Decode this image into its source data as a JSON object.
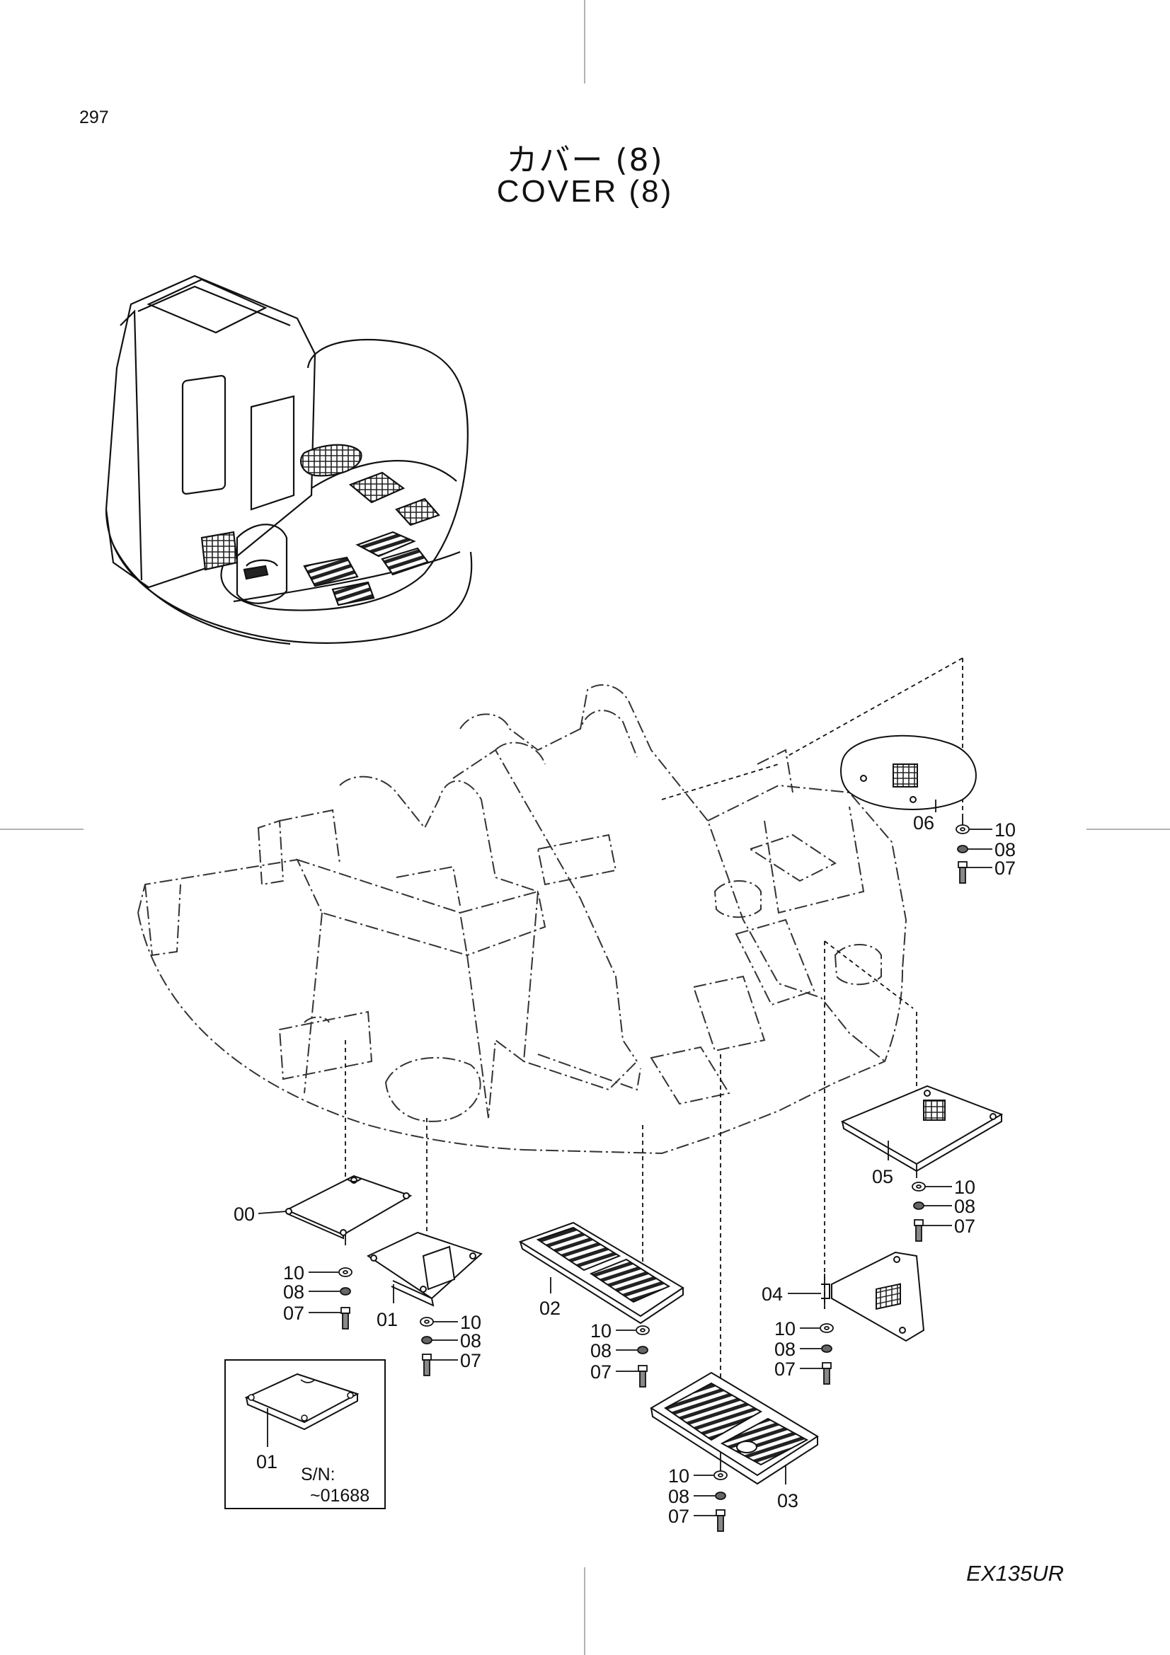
{
  "page": {
    "number": "297",
    "title_jp": "カバー (8)",
    "title_en": "COVER (8)",
    "model": "EX135UR"
  },
  "callouts": {
    "c00": "00",
    "c01": "01",
    "c02": "02",
    "c03": "03",
    "c04": "04",
    "c05": "05",
    "c06": "06",
    "c07": "07",
    "c08": "08",
    "c10": "10"
  },
  "inset": {
    "part": "01",
    "sn_label": "S/N:",
    "sn_range": "~01688"
  }
}
